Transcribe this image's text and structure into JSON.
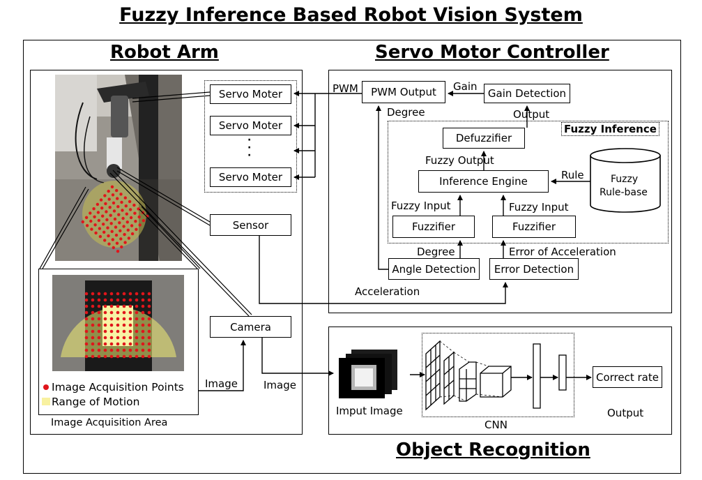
{
  "title": "Fuzzy Inference Based Robot Vision System",
  "sections": {
    "robot_arm": "Robot Arm",
    "servo_controller": "Servo Motor Controller",
    "object_recognition": "Object Recognition"
  },
  "robot_arm": {
    "servos": [
      "Servo Moter",
      "Servo Moter",
      "Servo Moter"
    ],
    "dots": "·\n·\n·",
    "sensor": "Sensor",
    "camera": "Camera",
    "legend_points": "Image Acquisition Points",
    "legend_range": "Range of Motion",
    "area_caption": "Image Acquisition Area",
    "image_label_left": "Image",
    "image_label_right": "Image"
  },
  "controller": {
    "pwm_label": "PWM",
    "pwm_output": "PWM Output",
    "gain_label": "Gain",
    "gain_detection": "Gain Detection",
    "degree_label_top": "Degree",
    "output_label": "Output",
    "fuzzy_inference": "Fuzzy Inference",
    "defuzzifier": "Defuzzifier",
    "fuzzy_output": "Fuzzy Output",
    "inference_engine": "Inference Engine",
    "rule_label": "Rule",
    "rule_base_line1": "Fuzzy",
    "rule_base_line2": "Rule-base",
    "fuzzy_input_left": "Fuzzy Input",
    "fuzzy_input_right": "Fuzzy Input",
    "fuzzifier_left": "Fuzzifier",
    "fuzzifier_right": "Fuzzifier",
    "degree_label_bottom": "Degree",
    "error_accel_label": "Error of Acceleration",
    "angle_detection": "Angle Detection",
    "error_detection": "Error Detection",
    "acceleration_label": "Acceleration"
  },
  "recognition": {
    "input_image": "Imput Image",
    "cnn": "CNN",
    "correct_rate": "Correct rate",
    "output": "Output"
  },
  "colors": {
    "grid_dot": "#e0151b",
    "range_yellow": "#f5f07a",
    "photo_bg": "#8a8680"
  }
}
